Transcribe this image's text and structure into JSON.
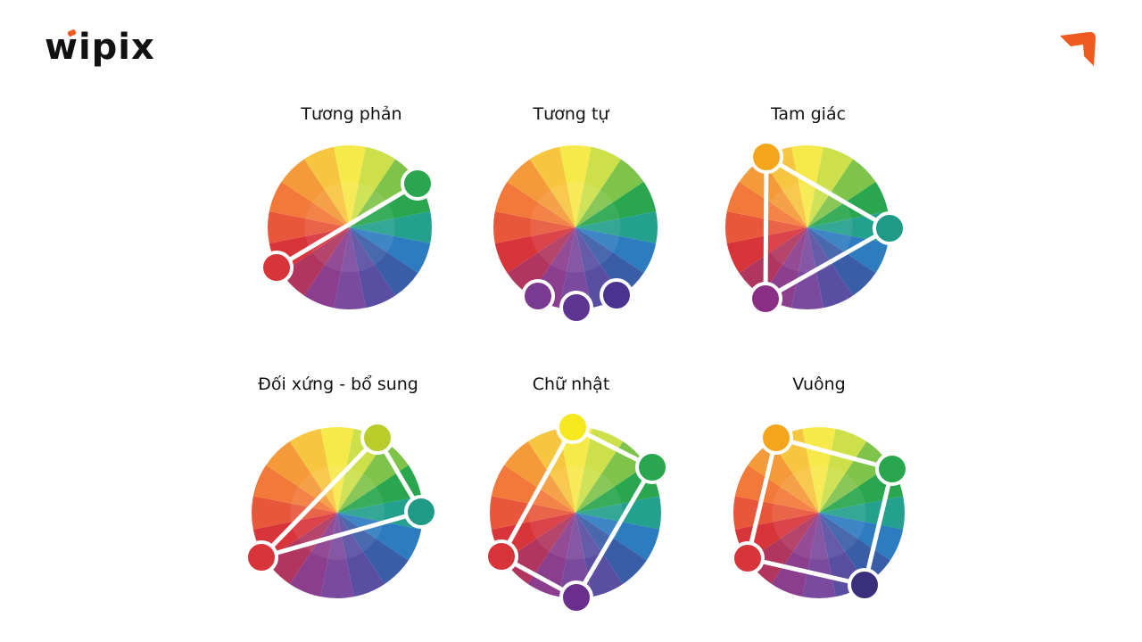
{
  "brand": {
    "logo_text": "wipix",
    "accent": "#ef5a1f"
  },
  "diagram": {
    "wheel_colors": [
      "#f6e94a",
      "#cde04a",
      "#7fc44a",
      "#2aa64f",
      "#24a08e",
      "#2e7cc0",
      "#3a5da8",
      "#5a4ea2",
      "#7a4a9e",
      "#8b3d8e",
      "#b0365f",
      "#d8353b",
      "#e9573a",
      "#f2793a",
      "#f59a3a",
      "#f7c640"
    ],
    "panels": [
      {
        "title": "Tương phản",
        "nodes": [
          {
            "color": "#2aa64f"
          },
          {
            "color": "#d8353b"
          }
        ]
      },
      {
        "title": "Tương tự",
        "nodes": [
          {
            "color": "#7a3a92"
          },
          {
            "color": "#5e3592"
          },
          {
            "color": "#4a3390"
          }
        ]
      },
      {
        "title": "Tam giác",
        "nodes": [
          {
            "color": "#f5a51c"
          },
          {
            "color": "#1f9a86"
          },
          {
            "color": "#8b2e86"
          }
        ]
      },
      {
        "title": "Đối xứng - bổ sung",
        "nodes": [
          {
            "color": "#b8cc2a"
          },
          {
            "color": "#1f9a86"
          },
          {
            "color": "#d8353b"
          }
        ]
      },
      {
        "title": "Chữ nhật",
        "nodes": [
          {
            "color": "#f5e81c"
          },
          {
            "color": "#2aa64f"
          },
          {
            "color": "#6a2f8c"
          },
          {
            "color": "#d8353b"
          }
        ]
      },
      {
        "title": "Vuông",
        "nodes": [
          {
            "color": "#f5a51c"
          },
          {
            "color": "#2aa64f"
          },
          {
            "color": "#3a2f7a"
          },
          {
            "color": "#d8353b"
          }
        ]
      }
    ]
  }
}
